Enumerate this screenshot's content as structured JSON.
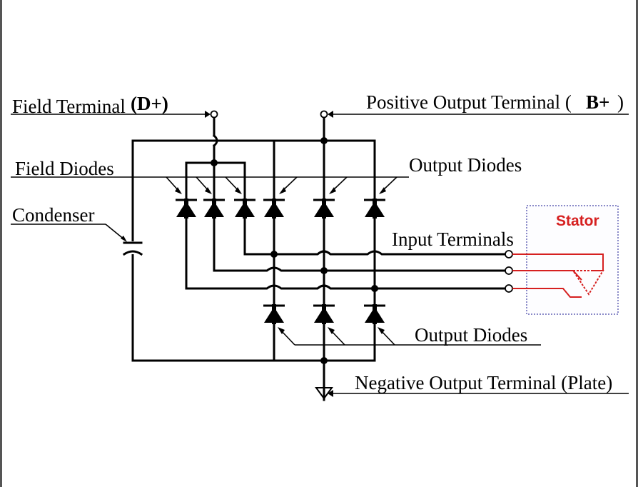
{
  "labels": {
    "field_terminal": "Field Terminal",
    "field_terminal_code": "(D+)",
    "positive_output": "Positive Output Terminal (",
    "positive_output_code": "B+",
    "positive_output_close": ")",
    "field_diodes": "Field Diodes",
    "output_diodes_top": "Output  Diodes",
    "condenser": "Condenser",
    "stator": "Stator",
    "input_terminals": "Input Terminals",
    "output_diodes_bottom": "Output  Diodes",
    "negative_output": "Negative Output Terminal (Plate)"
  },
  "colors": {
    "wire": "#000000",
    "stator_accent": "#d62020",
    "stator_border": "#8a8ac8"
  }
}
